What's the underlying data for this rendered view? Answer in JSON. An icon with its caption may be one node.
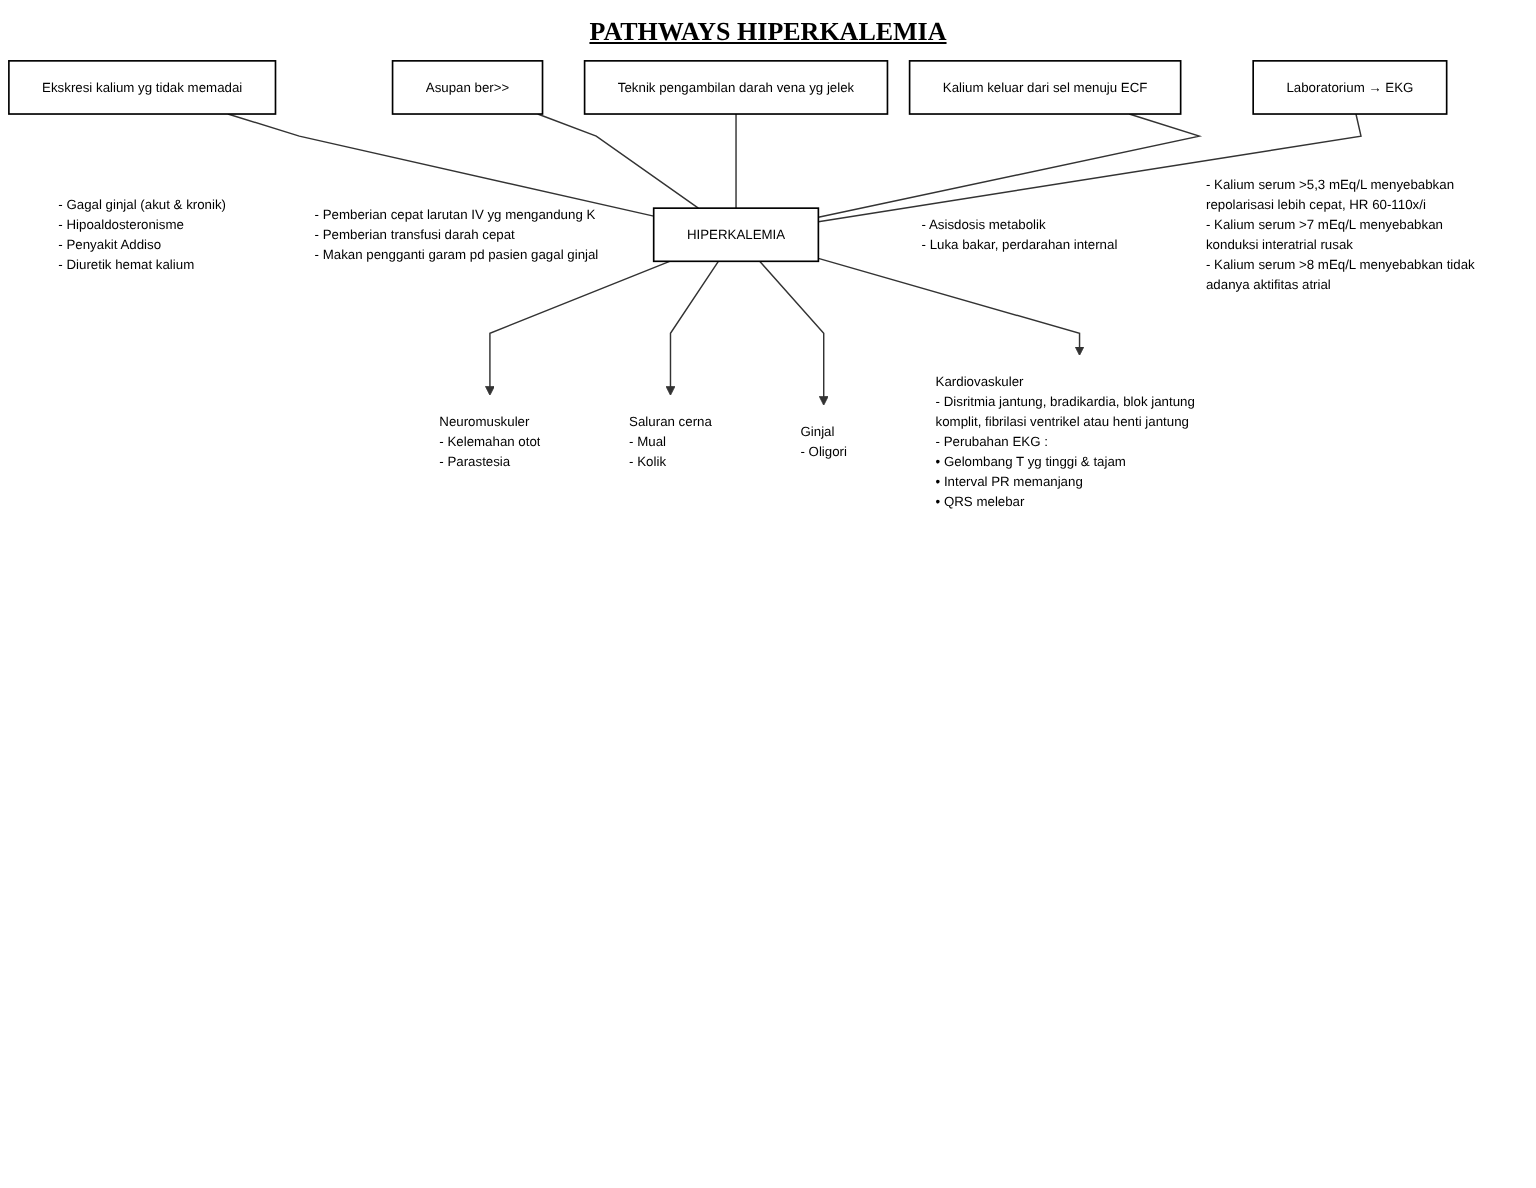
{
  "diagram": {
    "title": "PATHWAYS HIPERKALEMIA",
    "nodes": [
      {
        "text": [
          "Teknik pengambilan darah vena yg jelek"
        ]
      },
      {
        "text": [
          "Ekskresi kalium yg tidak memadai"
        ],
        "beside": [
          "- Gagal ginjal (akut & kronik)",
          "- Hipoaldosteronisme",
          "- Penyakit Addiso",
          "- Diuretik hemat kalium"
        ]
      },
      {
        "text": [
          "Kalium keluar dari sel menuju ECF"
        ],
        "beside": [
          "- Asisdosis metabolik",
          "- Luka bakar, perdarahan internal"
        ]
      },
      {
        "text": [
          "Asupan ber>>"
        ],
        "beside": [
          "- Pemberian cepat larutan IV yg mengandung K",
          "- Pemberian transfusi darah cepat",
          "- Makan pengganti garam pd pasien gagal ginjal"
        ]
      },
      {
        "text": [
          "Laboratorium → EKG"
        ],
        "beside": [
          "- Kalium serum >5,3 mEq/L menyebabkan repolarisasi lebih cepat, HR 60-110x/i",
          "- Kalium serum >7 mEq/L menyebabkan konduksi interatrial rusak",
          "- Kalium serum >8 mEq/L menyebabkan tidak adanya aktifitas atrial"
        ]
      },
      {
        "text": [
          "HIPERKALEMIA"
        ]
      },
      {
        "text": [
          "Neuromuskuler",
          "- Kelemahan otot",
          "- Parastesia"
        ]
      },
      {
        "text": [
          "Saluran cerna",
          "- Mual",
          "- Kolik"
        ]
      },
      {
        "text": [
          "Ginjal",
          "- Oligori"
        ]
      },
      {
        "text": [
          "Kardiovaskuler",
          "- Disritmia jantung, bradikardia, blok jantung komplit, fibrilasi ventrikel atau henti jantung",
          "- Perubahan EKG :",
          "• Gelombang T yg tinggi & tajam",
          "• Interval PR memanjang",
          "• QRS melebar"
        ]
      }
    ],
    "edges": [
      {
        "from": 0,
        "to": 5,
        "arrow": "none"
      },
      {
        "from": 3,
        "to": 5,
        "arrow": "none"
      },
      {
        "from": 1,
        "to": 5,
        "arrow": "none"
      },
      {
        "from": 2,
        "to": 5,
        "arrow": "none"
      },
      {
        "from": 4,
        "to": 5,
        "arrow": "none"
      },
      {
        "from": 5,
        "to": 6,
        "arrow": "to"
      },
      {
        "from": 5,
        "to": 7,
        "arrow": "to"
      },
      {
        "from": 5,
        "to": 8,
        "arrow": "to"
      },
      {
        "from": 5,
        "to": 9,
        "arrow": "to"
      }
    ]
  }
}
